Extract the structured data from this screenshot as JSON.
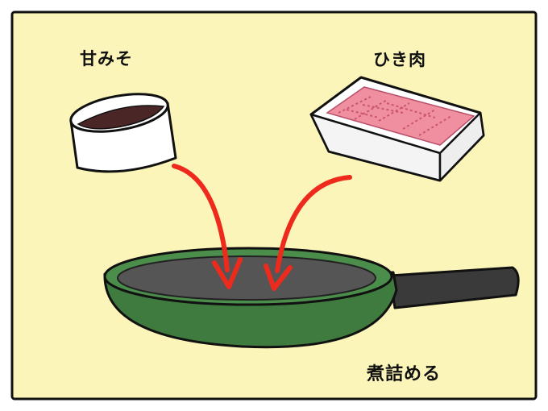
{
  "labels": {
    "miso": "甘みそ",
    "ground_meat": "ひき肉",
    "simmer": "煮詰める"
  },
  "colors": {
    "background": "#fbf5b9",
    "frame": "#111111",
    "pan_body": "#3f7a3f",
    "pan_surface": "#555555",
    "handle": "#3a3a3a",
    "arrow": "#ee2a1c",
    "miso": "#4a2626",
    "meat": "#f08fa0"
  }
}
